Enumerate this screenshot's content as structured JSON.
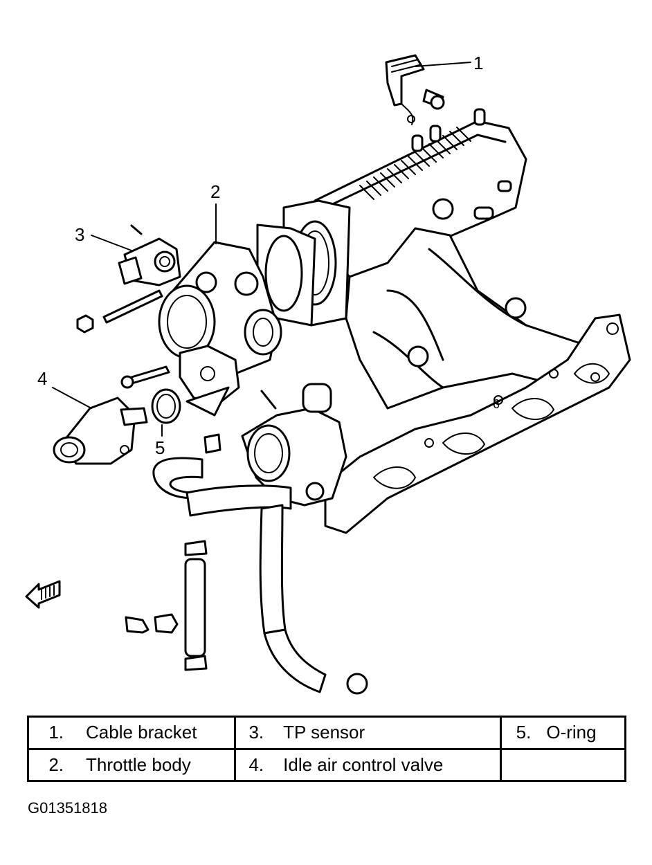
{
  "callouts": [
    "1",
    "2",
    "3",
    "4",
    "5"
  ],
  "legend": {
    "rows": [
      [
        {
          "num": "1.",
          "label": "Cable bracket"
        },
        {
          "num": "3.",
          "label": "TP sensor"
        },
        {
          "num": "5.",
          "label": "O-ring"
        }
      ],
      [
        {
          "num": "2.",
          "label": "Throttle body"
        },
        {
          "num": "4.",
          "label": "Idle air control valve"
        },
        {
          "num": "",
          "label": ""
        }
      ]
    ]
  },
  "figure_id": "G01351818",
  "colors": {
    "ink": "#000000",
    "paper": "#ffffff"
  },
  "icons": [
    "front-direction-arrow-icon"
  ]
}
